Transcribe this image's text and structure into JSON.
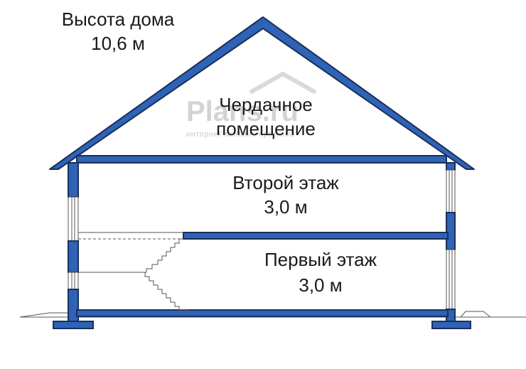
{
  "house_height": {
    "title": "Высота дома",
    "value": "10,6 м"
  },
  "attic": {
    "line1": "Чердачное",
    "line2": "помещение"
  },
  "second_floor": {
    "name": "Второй этаж",
    "height": "3,0 м"
  },
  "first_floor": {
    "name": "Первый этаж",
    "height": "3,0 м"
  },
  "watermark": {
    "brand": "Plans.ru",
    "tagline": "интернет-магазин проектов"
  },
  "colors": {
    "structure_fill": "#2e63b6",
    "structure_stroke": "#1b2f5a",
    "lines": "#555555",
    "watermark": "#c9cdd0"
  }
}
